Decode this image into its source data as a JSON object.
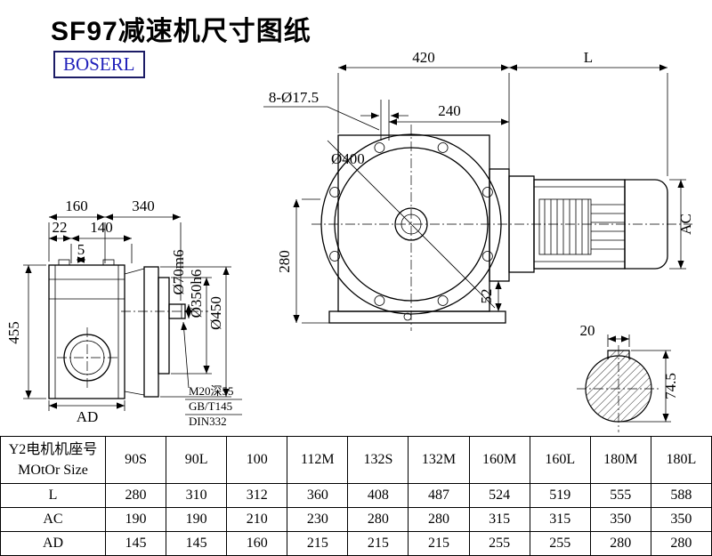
{
  "page": {
    "title": "SF97减速机尺寸图纸",
    "brand": "BOSERL"
  },
  "drawing": {
    "labels": {
      "d420": "420",
      "dL": "L",
      "holes": "8-Ø17.5",
      "d240": "240",
      "d400": "Ø400",
      "d280": "280",
      "d52": "52",
      "dAC": "AC",
      "d160": "160",
      "d340": "340",
      "d22": "22",
      "d140": "140",
      "d5": "5",
      "d70": "Ø70m6",
      "d350": "Ø350h6",
      "d450": "Ø450",
      "d455": "455",
      "dAD": "AD",
      "note1": "M20深55",
      "note2": "GB/T145",
      "note3": "DIN332",
      "d20": "20",
      "d745": "74.5"
    }
  },
  "table": {
    "header_line1": "Y2电机机座号",
    "header_line2": "MOtOr Size",
    "columns": [
      "90S",
      "90L",
      "100",
      "112M",
      "132S",
      "132M",
      "160M",
      "160L",
      "180M",
      "180L"
    ],
    "rows": [
      {
        "label": "L",
        "values": [
          "280",
          "310",
          "312",
          "360",
          "408",
          "487",
          "524",
          "519",
          "555",
          "588"
        ]
      },
      {
        "label": "AC",
        "values": [
          "190",
          "190",
          "210",
          "230",
          "280",
          "280",
          "315",
          "315",
          "350",
          "350"
        ]
      },
      {
        "label": "AD",
        "values": [
          "145",
          "145",
          "160",
          "215",
          "215",
          "215",
          "255",
          "255",
          "280",
          "280"
        ]
      }
    ]
  }
}
